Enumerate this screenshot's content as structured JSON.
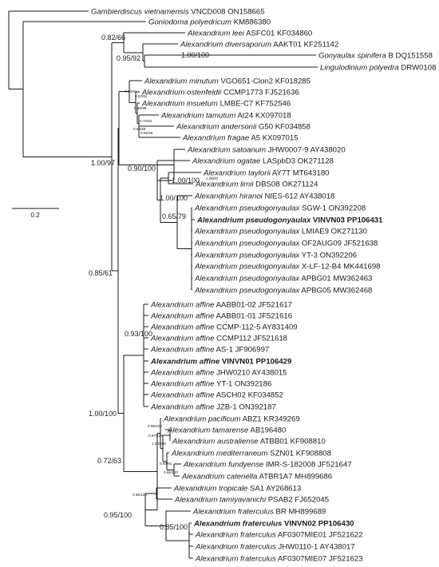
{
  "taxa": [
    {
      "sp": "Gambierdiscus vietnamensis",
      "acc": "VNCD008 ON158665",
      "bold": false
    },
    {
      "sp": "Goniodoma polyedricum",
      "acc": "KM886380",
      "bold": false
    },
    {
      "sp": "Alexandrium leei",
      "acc": "ASFC01 KF034860",
      "bold": false
    },
    {
      "sp": "Alexandrium diversaporum",
      "acc": "AAKT01 KF251142",
      "bold": false
    },
    {
      "sp": "Gonyaulax spinifera",
      "acc": "B DQ151558",
      "bold": false
    },
    {
      "sp": "Lingulodinium polyedra",
      "acc": "DRW0108 EF613357",
      "bold": false
    },
    {
      "sp": "Alexandrium minutum",
      "acc": "VGO651-Clon2 KF018285",
      "bold": false
    },
    {
      "sp": "Alexandrium ostenfeldii",
      "acc": "CCMP1773 FJ521636",
      "bold": false
    },
    {
      "sp": "Alexandrium insuetum",
      "acc": "LMBE-C7 KF752546",
      "bold": false
    },
    {
      "sp": "Alexandrium tamutum",
      "acc": "At24 KX097018",
      "bold": false
    },
    {
      "sp": "Alexandrium andersonii",
      "acc": "G50 KF034858",
      "bold": false
    },
    {
      "sp": "Alexandrium fragae",
      "acc": "A5 KX097015",
      "bold": false
    },
    {
      "sp": "Alexandrium satoanum",
      "acc": "JHW0007-9 AY438020",
      "bold": false
    },
    {
      "sp": "Alexandrium ogatae",
      "acc": "LASpbD3 OK271128",
      "bold": false
    },
    {
      "sp": "Alexandrium taylorii",
      "acc": "AY7T MT643180",
      "bold": false
    },
    {
      "sp": "Alexandrium limii",
      "acc": "DBS08 OK271124",
      "bold": false
    },
    {
      "sp": "Alexandrium hiranoi",
      "acc": "NIES-612 AY438018",
      "bold": false
    },
    {
      "sp": "Alexandrium pseudogonyaulax",
      "acc": "SGW-1 ON392208",
      "bold": false
    },
    {
      "sp": "Alexandrium pseudogonyaulax",
      "acc": "VINVN03 PP106431",
      "bold": true
    },
    {
      "sp": "Alexandrium pseudogonyaulax",
      "acc": "LMIAE9 OK271130",
      "bold": false
    },
    {
      "sp": "Alexandrium pseudogonyaulax",
      "acc": "OF2AUG09 JF521638",
      "bold": false
    },
    {
      "sp": "Alexandrium pseudogonyaulax",
      "acc": "YT-3 ON392206",
      "bold": false
    },
    {
      "sp": "Alexandrium pseudogonyaulax",
      "acc": "X-LF-12-B4 MK441698",
      "bold": false
    },
    {
      "sp": "Alexandrium pseudogonyaulax",
      "acc": "APBG01 MW362463",
      "bold": false
    },
    {
      "sp": "Alexandrium pseudogonyaulax",
      "acc": "APBG05 MW362468",
      "bold": false
    },
    {
      "sp": "Alexandrium affine",
      "acc": "AABB01-02 JF521617",
      "bold": false
    },
    {
      "sp": "Alexandrium affine",
      "acc": "AABB01-01 JF521616",
      "bold": false
    },
    {
      "sp": "Alexandrium affine",
      "acc": "CCMP-112-5 AY831409",
      "bold": false
    },
    {
      "sp": "Alexandrium affine",
      "acc": "CCMP112 JF521618",
      "bold": false
    },
    {
      "sp": "Alexandrium affine",
      "acc": "AS-1 JF906997",
      "bold": false
    },
    {
      "sp": "Alexandrium affine",
      "acc": "VINVN01 PP106429",
      "bold": true
    },
    {
      "sp": "Alexandrium affine",
      "acc": "JHW0210 AY438015",
      "bold": false
    },
    {
      "sp": "Alexandrium affine",
      "acc": "YT-1 ON392186",
      "bold": false
    },
    {
      "sp": "Alexandrium affine",
      "acc": "ASCH02 KF034852",
      "bold": false
    },
    {
      "sp": "Alexandrium affine",
      "acc": "JZB-1 ON392187",
      "bold": false
    },
    {
      "sp": "Alexandrium pacificum",
      "acc": "ABZ1 KR349269",
      "bold": false
    },
    {
      "sp": "Alexandrium tamarense",
      "acc": "AB196480",
      "bold": false
    },
    {
      "sp": "Alexandrium australiense",
      "acc": "ATBB01 KF908810",
      "bold": false
    },
    {
      "sp": "Alexandrium mediterraneum",
      "acc": "SZN01 KF908808",
      "bold": false
    },
    {
      "sp": "Alexandrium fundyense",
      "acc": "IMR-S-182008 JF521647",
      "bold": false
    },
    {
      "sp": "Alexandrium catenella",
      "acc": "ATBR1A7 MH899686",
      "bold": false
    },
    {
      "sp": "Alexandrium tropicale",
      "acc": "SA1 AY268613",
      "bold": false
    },
    {
      "sp": "Alexandrium tamiyavanichi",
      "acc": "PSAB2 FJ652045",
      "bold": false
    },
    {
      "sp": "Alexandrium fraterculus",
      "acc": "BR MH899689",
      "bold": false
    },
    {
      "sp": "Alexandrium fraterculus",
      "acc": "VINVN02 PP106430",
      "bold": true
    },
    {
      "sp": "Alexandrium fraterculus",
      "acc": "AF0307MIE01 JF521622",
      "bold": false
    },
    {
      "sp": "Alexandrium fraterculus",
      "acc": "JHW0110-1 AY438017",
      "bold": false
    },
    {
      "sp": "Alexandrium fraterculus",
      "acc": "AF0307MIE07 JF521623",
      "bold": false
    }
  ],
  "support_values": [
    "0.82/66",
    "0.95/92",
    "1.00/100",
    "0.93/94",
    "0.92/91",
    "0.99/99",
    "0.70/54",
    "0.55/69",
    "0.82/55",
    "1.00/97",
    "0.90/100",
    "1.00/100",
    "1.00/97",
    "1.00/100",
    "0.65/79",
    "0.85/61",
    "0.93/100",
    "1.00/100",
    "0.99/100",
    "0.87/100",
    "1.00/100",
    "0.93/81",
    "0.65/100",
    "0.72/63",
    "0.95/100",
    "0.95/100",
    "0.85/100"
  ],
  "scale_bar": {
    "label": "0.2"
  }
}
